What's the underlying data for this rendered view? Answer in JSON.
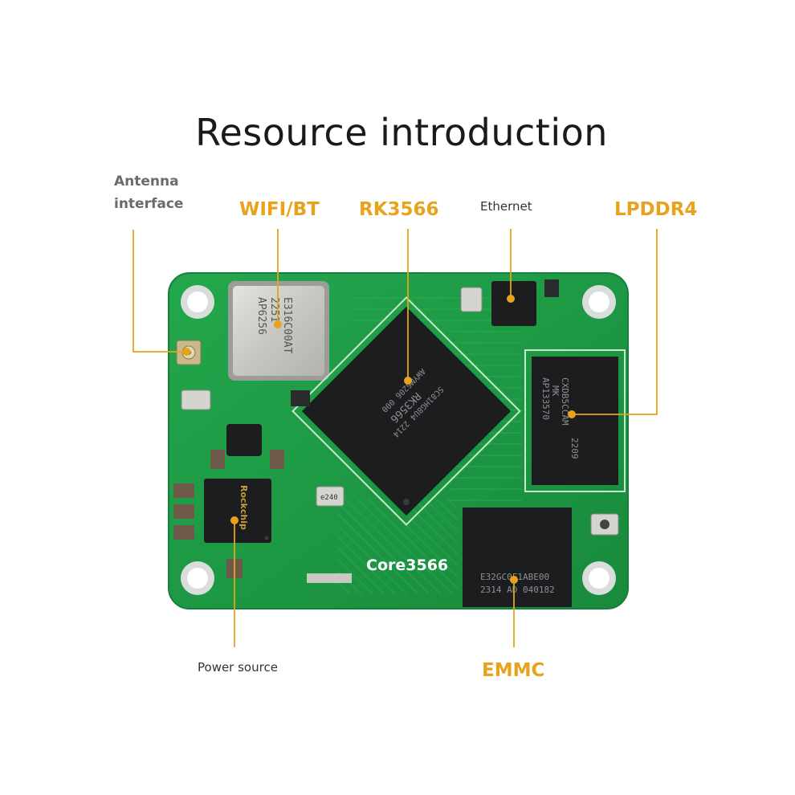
{
  "title": "Resource introduction",
  "labels": {
    "antenna_line1": "Antenna",
    "antenna_line2": "interface",
    "wifi": "WIFI/BT",
    "soc": "RK3566",
    "ethernet": "Ethernet",
    "ram": "LPDDR4",
    "power": "Power source",
    "emmc": "EMMC"
  },
  "board": {
    "name": "Core3566",
    "wifi_chip_text": [
      "AP6256",
      "2251",
      "E316C00AT"
    ],
    "soc_chip_text": [
      "RK3566",
      "SC81HG8U4 2214",
      "AWYM6206 000"
    ],
    "ram_chip_text": [
      "CXDB5CCAM",
      "MK",
      "AP133570",
      "2209"
    ],
    "emmc_chip_text": "E32GC0F1ABE00",
    "emmc_chip_text2": "2314 AD 040182",
    "pmic_text": "Rockchip",
    "crystal_text": "e240"
  },
  "colors": {
    "label_accent": "#e8a21c",
    "pcb_green": "#1e9a44",
    "chip_black": "#1c1d1f",
    "shield_silver": "#cfcfcb"
  }
}
